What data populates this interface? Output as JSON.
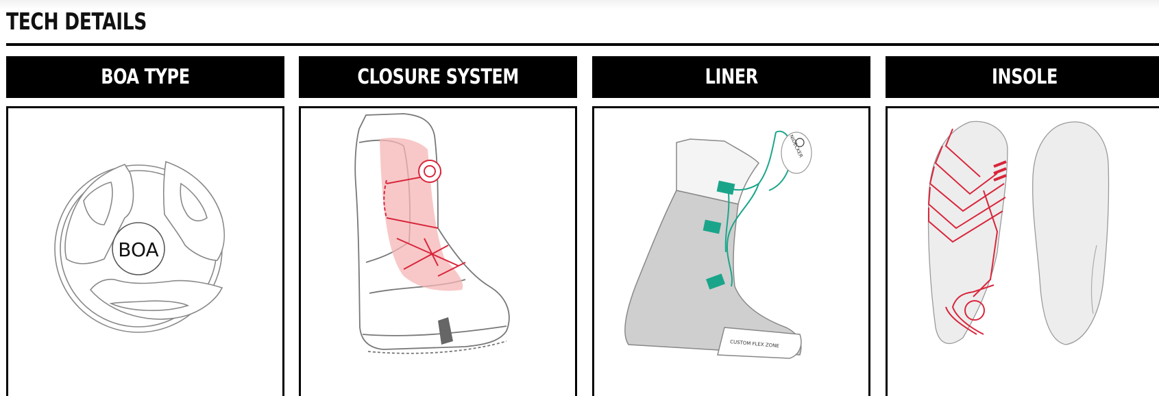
{
  "section": {
    "title": "TECH DETAILS"
  },
  "cards": [
    {
      "title": "BOA TYPE",
      "logo_text": "BOA"
    },
    {
      "title": "CLOSURE SYSTEM"
    },
    {
      "title": "LINER",
      "brand_text": "NIDECKER",
      "flex_zone_text": "CUSTOM FLEX ZONE"
    },
    {
      "title": "INSOLE"
    }
  ],
  "colors": {
    "accent_red": "#d9253b",
    "accent_green": "#1aa58a",
    "header_bg": "#000000"
  }
}
